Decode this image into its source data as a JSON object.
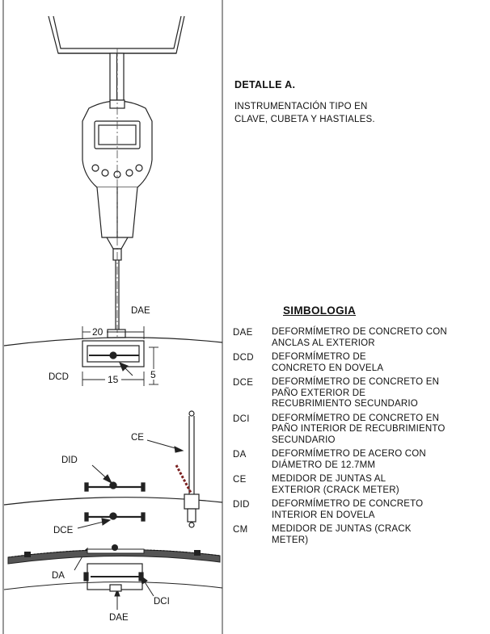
{
  "detail": {
    "title": "DETALLE A.",
    "description_lines": [
      "INSTRUMENTACIÓN TIPO EN",
      "CLAVE, CUBETA Y HASTIALES."
    ]
  },
  "legend": {
    "title": "SIMBOLOGIA",
    "items": [
      {
        "code": "DAE",
        "lines": [
          "DEFORMÍMETRO DE CONCRETO CON",
          "ANCLAS AL EXTERIOR"
        ]
      },
      {
        "code": "DCD",
        "lines": [
          "DEFORMÍMETRO DE",
          "CONCRETO EN DOVELA"
        ]
      },
      {
        "code": "DCE",
        "lines": [
          "DEFORMÍMETRO DE CONCRETO EN",
          "PAÑO EXTERIOR DE",
          "RECUBRIMIENTO SECUNDARIO"
        ]
      },
      {
        "code": "DCI",
        "lines": [
          "DEFORMÍMETRO DE CONCRETO EN",
          "PAÑO INTERIOR DE RECUBRIMIENTO",
          "SECUNDARIO"
        ]
      },
      {
        "code": "DA",
        "lines": [
          "DEFORMÍMETRO DE ACERO CON",
          "DIÁMETRO DE 12.7MM"
        ]
      },
      {
        "code": "CE",
        "lines": [
          "MEDIDOR DE JUNTAS AL",
          "EXTERIOR (CRACK METER)"
        ]
      },
      {
        "code": "DID",
        "lines": [
          "DEFORMÍMETRO DE CONCRETO",
          "INTERIOR EN DOVELA"
        ]
      },
      {
        "code": "CM",
        "lines": [
          "MEDIDOR DE JUNTAS  (CRACK",
          "METER)"
        ]
      }
    ]
  },
  "drawing_labels": {
    "dae_top": "DAE",
    "dim_20": "20",
    "dim_5": "5",
    "dcd": "DCD",
    "dim_15": "15",
    "ce": "CE",
    "did": "DID",
    "dce": "DCE",
    "da": "DA",
    "dci": "DCI",
    "dae_bottom": "DAE"
  }
}
